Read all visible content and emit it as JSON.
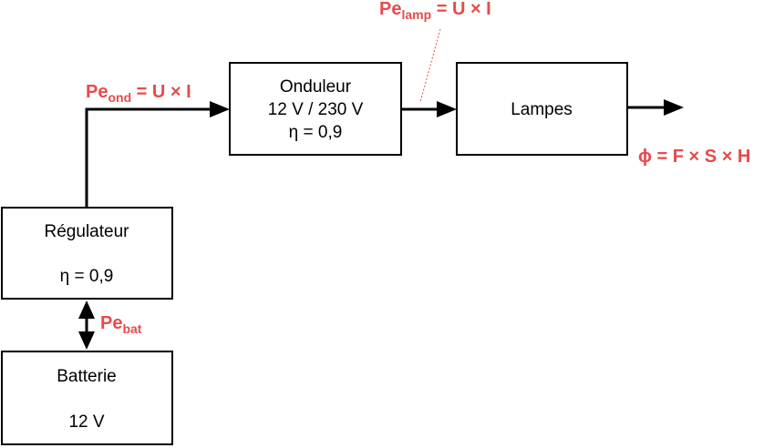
{
  "colors": {
    "formula": "#e84a4a",
    "box_stroke": "#000000",
    "box_fill": "#ffffff",
    "connector": "#000000"
  },
  "boxes": {
    "onduleur": {
      "title": "Onduleur",
      "spec": "12 V / 230 V",
      "efficiency": "η = 0,9"
    },
    "lampes": {
      "title": "Lampes"
    },
    "regulateur": {
      "title": "Régulateur",
      "efficiency": "η = 0,9"
    },
    "batterie": {
      "title": "Batterie",
      "voltage": "12 V"
    }
  },
  "labels": {
    "pe_ond": {
      "base": "Pe",
      "sub": "ond",
      "expr": " = U × I"
    },
    "pe_lamp": {
      "base": "Pe",
      "sub": "lamp",
      "expr": " = U × I"
    },
    "pe_bat": {
      "base": "Pe",
      "sub": "bat"
    },
    "phi": {
      "text": "ϕ = F × S × H"
    }
  }
}
